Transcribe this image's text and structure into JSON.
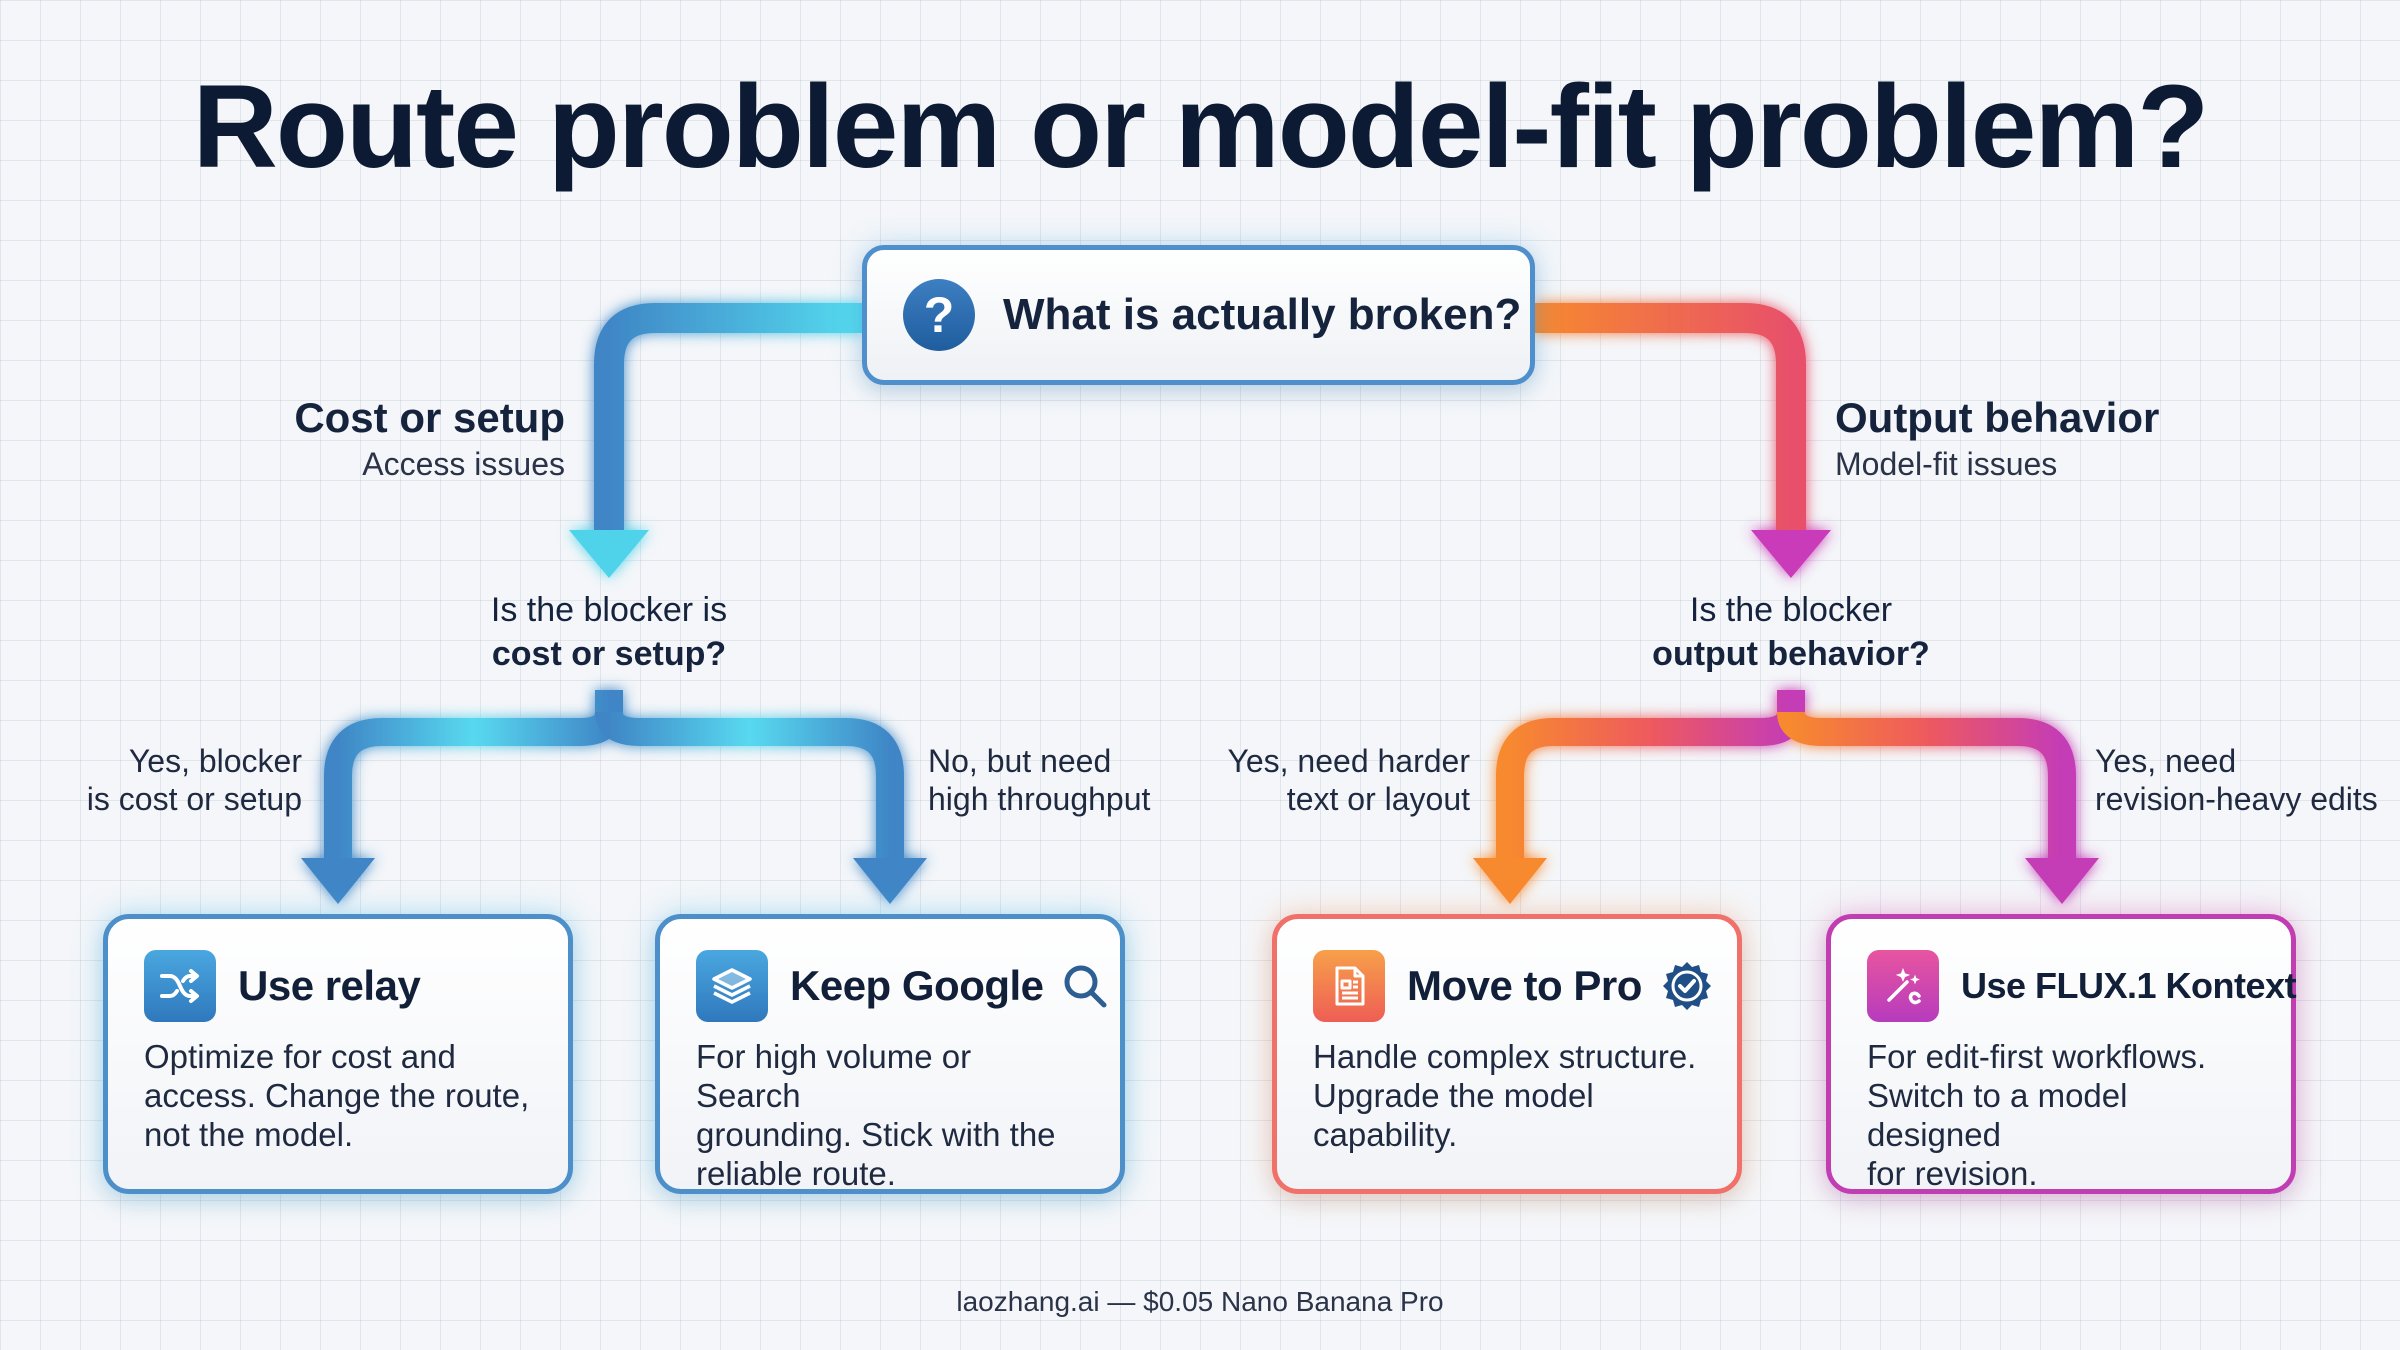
{
  "title": "Route problem or model-fit problem?",
  "root": {
    "text": "What is actually broken?",
    "icon": "question-icon"
  },
  "left_branch": {
    "title": "Cost or setup",
    "subtitle": "Access issues",
    "question_line1": "Is the blocker is",
    "question_line2": "cost or setup?",
    "edge_left_line1": "Yes, blocker",
    "edge_left_line2": "is cost or setup",
    "edge_right_line1": "No, but need",
    "edge_right_line2": "high throughput",
    "color_start": "#4fd3ea",
    "color_end": "#3f86c6"
  },
  "right_branch": {
    "title": "Output behavior",
    "subtitle": "Model-fit issues",
    "question_line1": "Is the blocker",
    "question_line2": "output behavior?",
    "edge_left_line1": "Yes, need harder",
    "edge_left_line2": "text or layout",
    "edge_right_line1": "Yes, need",
    "edge_right_line2": "revision-heavy edits",
    "color_start": "#f7892f",
    "color_end": "#c43cb7"
  },
  "cards": [
    {
      "title": "Use relay",
      "icon": "shuffle-icon",
      "body": [
        "Optimize for cost and",
        "access. Change the route,",
        "not the model."
      ],
      "accent": "#3d86c5"
    },
    {
      "title": "Keep Google",
      "icon": "layers-icon",
      "extra_icon": "search-icon",
      "body": [
        "For high volume or Search",
        "grounding. Stick with the",
        "reliable route."
      ],
      "accent": "#3d86c5"
    },
    {
      "title": "Move to Pro",
      "icon": "document-icon",
      "extra_icon": "verified-badge-icon",
      "body": [
        "Handle complex structure.",
        "Upgrade the model",
        "capability."
      ],
      "accent": "#f06e54"
    },
    {
      "title": "Use FLUX.1 Kontext",
      "icon": "magic-wand-icon",
      "body": [
        "For edit-first workflows.",
        "Switch to a model designed",
        "for revision."
      ],
      "accent": "#c63db4"
    }
  ],
  "footer": "laozhang.ai — $0.05 Nano Banana Pro"
}
